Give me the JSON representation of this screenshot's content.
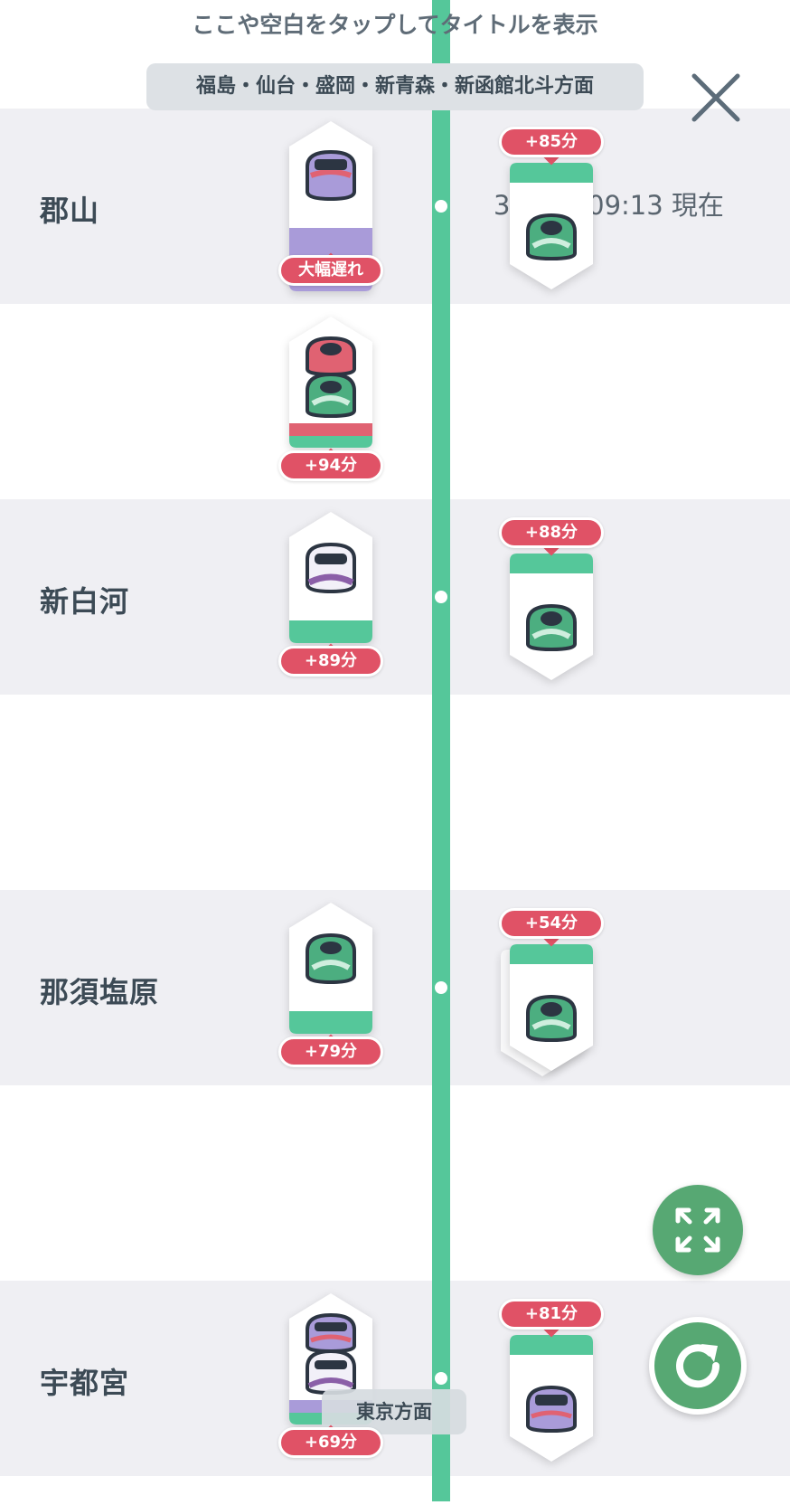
{
  "header": {
    "hint": "ここや空白をタップしてタイトルを表示",
    "direction_up": "福島・仙台・盛岡・新青森・新函館北斗方面",
    "direction_down": "東京方面",
    "timestamp": "3月6日 09:13 現在"
  },
  "stations": [
    {
      "name": "郡山"
    },
    {
      "name": "新白河"
    },
    {
      "name": "那須塩原"
    },
    {
      "name": "宇都宮"
    }
  ],
  "delays": {
    "koriyama_up": "+85分",
    "koriyama_down": "大幅遅れ",
    "between1_down": "+94分",
    "shinshirakawa_up": "+88分",
    "shinshirakawa_down": "+89分",
    "nasushiobara_up": "+54分",
    "nasushiobara_down": "+79分",
    "utsunomiya_up": "+81分",
    "utsunomiya_down": "+69分"
  },
  "colors": {
    "track": "#55c79a",
    "delay_badge": "#e05266",
    "fab": "#57a873",
    "band": "#efeff3",
    "e5_green": "#4cae80",
    "e6_red": "#e06272",
    "e7_purple": "#a99bd9",
    "e2_white": "#f2f0f8"
  },
  "icons": {
    "close": "close-icon",
    "expand": "expand-icon",
    "refresh": "refresh-icon",
    "train": "train-icon"
  }
}
